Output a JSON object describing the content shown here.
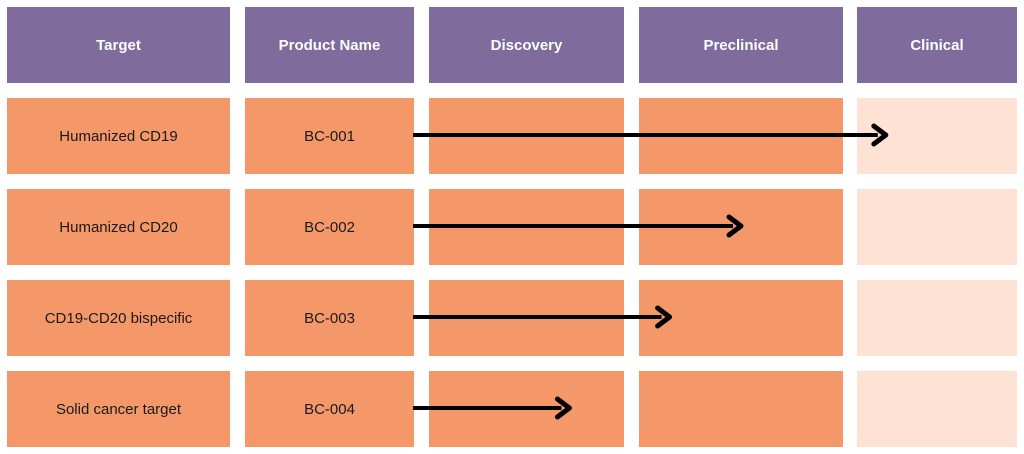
{
  "colors": {
    "header_bg": "#7f6c9c",
    "cell_bg": "#f4986a",
    "clinical_bg": "#fee2d4",
    "arrow": "#000000"
  },
  "headers": [
    "Target",
    "Product Name",
    "Discovery",
    "Preclinical",
    "Clinical"
  ],
  "stages": [
    "Discovery",
    "Preclinical",
    "Clinical"
  ],
  "rows": [
    {
      "target": "Humanized CD19",
      "product": "BC-001",
      "progress_stage": "Clinical",
      "progress_fraction_of_stage": 0.18
    },
    {
      "target": "Humanized CD20",
      "product": "BC-002",
      "progress_stage": "Preclinical",
      "progress_fraction_of_stage": 0.5
    },
    {
      "target": "CD19-CD20 bispecific",
      "product": "BC-003",
      "progress_stage": "Preclinical",
      "progress_fraction_of_stage": 0.15
    },
    {
      "target": "Solid cancer target",
      "product": "BC-004",
      "progress_stage": "Discovery",
      "progress_fraction_of_stage": 0.72
    }
  ]
}
